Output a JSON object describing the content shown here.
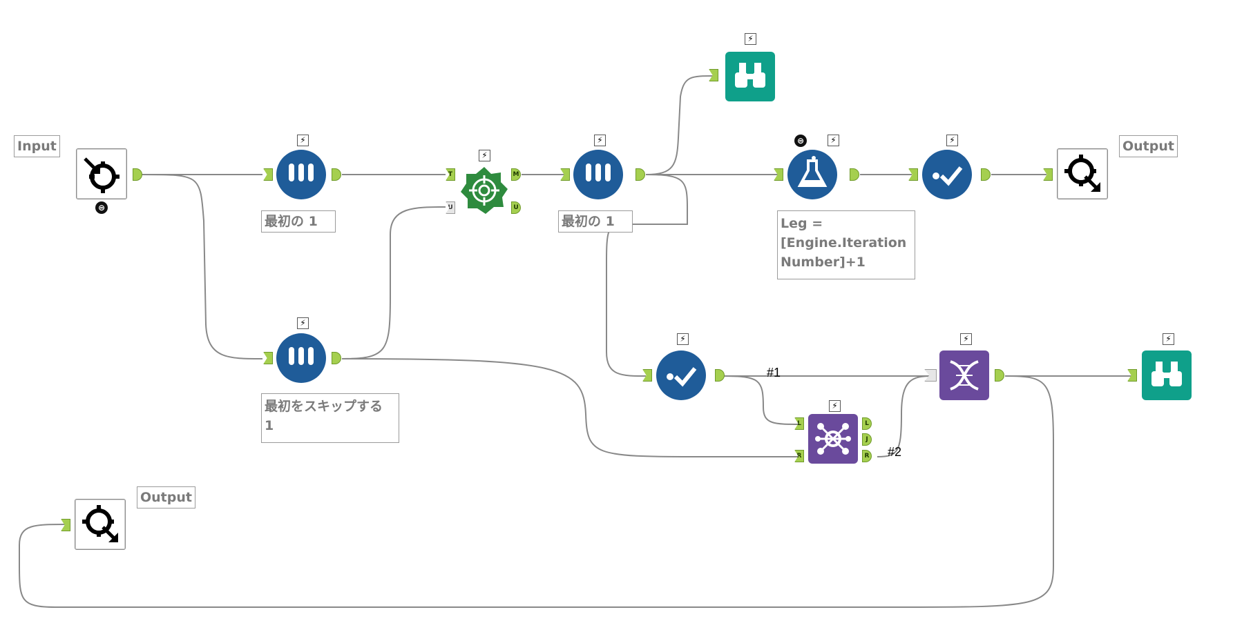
{
  "labels": {
    "input": "Input",
    "output_top": "Output",
    "output_bottom": "Output",
    "sample_top": "最初の 1",
    "sample_mid": "最初の 1",
    "sample_skip": "最初をスキップする\n1",
    "formula": "Leg =\n[Engine.Iteration\nNumber]+1",
    "conn1": "#1",
    "conn2": "#2"
  },
  "ports": {
    "T": "T",
    "U": "U",
    "M": "M",
    "L": "L",
    "J": "J",
    "R": "R"
  },
  "glyphs": {
    "bolt": "⚡",
    "badge": "⊜"
  },
  "colors": {
    "blue_tool": "#1f5c99",
    "teal_tool": "#0fa08a",
    "green_tool": "#2e8b3e",
    "purple_tool": "#6a4a9c",
    "port_green": "#a5cf4f",
    "wire": "#888888"
  },
  "icons": {
    "macro_input": "macro-input-icon",
    "macro_output": "macro-output-icon",
    "sample": "test-tubes-icon",
    "fuzzy": "target-icon",
    "browse": "binoculars-icon",
    "formula": "flask-icon",
    "select": "checkmark-icon",
    "join": "join-icon",
    "union": "dna-icon"
  }
}
